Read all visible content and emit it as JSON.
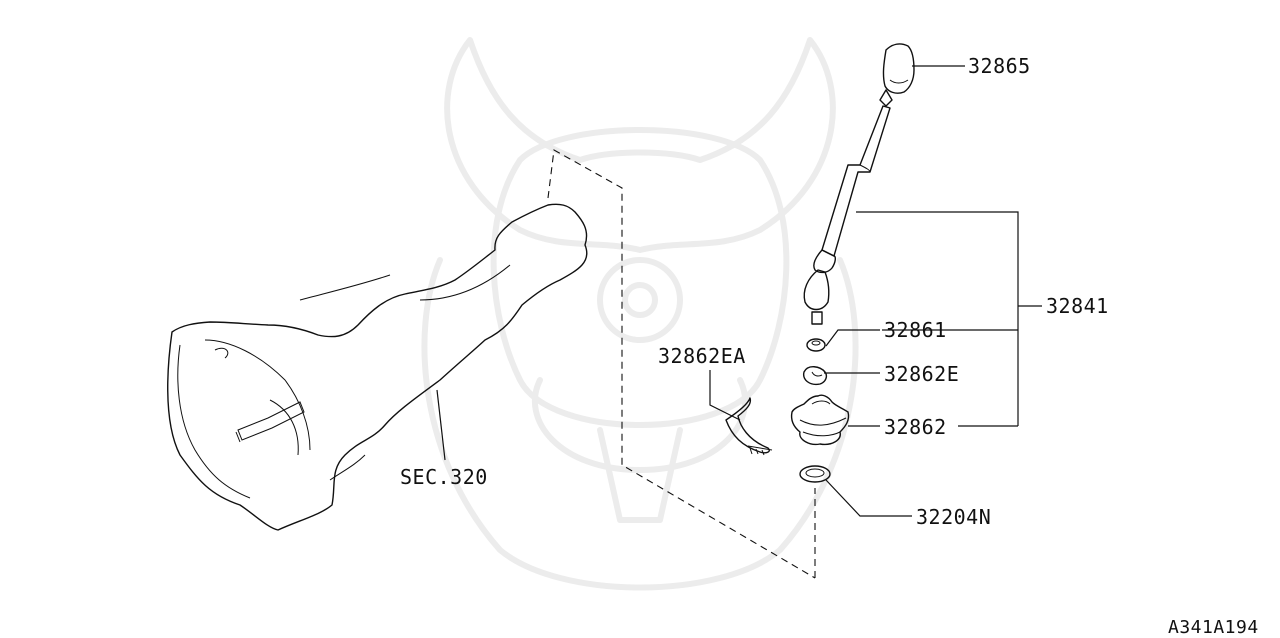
{
  "labels": {
    "knob": "32865",
    "lever_assembly": "32841",
    "bushing": "32861",
    "clip_e": "32862E",
    "boot": "32862",
    "clamp": "32862EA",
    "snap_ring": "32204N",
    "transmission_ref": "SEC.320"
  },
  "diagram_code": "A341A194",
  "colors": {
    "line": "#111111",
    "watermark": "#ececec",
    "background": "#ffffff"
  }
}
